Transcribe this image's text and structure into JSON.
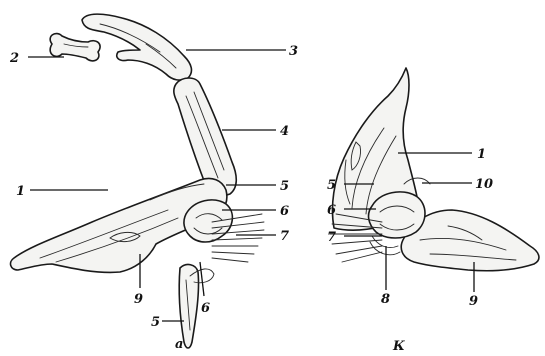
{
  "figure": {
    "panel_a": {
      "caption": "a",
      "labels": {
        "l1": "1",
        "l2": "2",
        "l3": "3",
        "l4": "4",
        "l5a": "5",
        "l5b": "5",
        "l6a": "6",
        "l6b": "6",
        "l7": "7",
        "l9": "9"
      }
    },
    "panel_b": {
      "caption": "К",
      "labels": {
        "l1": "1",
        "l10": "10",
        "l5": "5",
        "l6": "6",
        "l7": "7",
        "l8": "8",
        "l9": "9"
      }
    }
  }
}
